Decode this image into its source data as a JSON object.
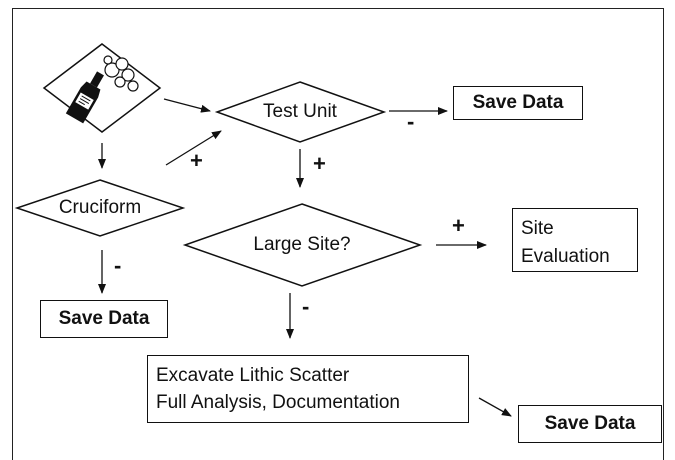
{
  "nodes": {
    "test_unit": "Test Unit",
    "cruciform": "Cruciform",
    "large_site": "Large Site?",
    "save_data_top": "Save Data",
    "save_data_left": "Save Data",
    "save_data_bottom": "Save Data",
    "site_evaluation": [
      "Site",
      "Evaluation"
    ],
    "excavate": [
      "Excavate Lithic Scatter",
      "Full Analysis, Documentation"
    ]
  },
  "edge_labels": {
    "test_unit_to_save": "-",
    "cruciform_to_test_unit": "+",
    "test_unit_to_large_site": "+",
    "large_site_to_evaluation": "+",
    "cruciform_to_save": "-",
    "large_site_to_excavate": "-"
  },
  "icons": {
    "start": "champagne-bottle-icon"
  }
}
